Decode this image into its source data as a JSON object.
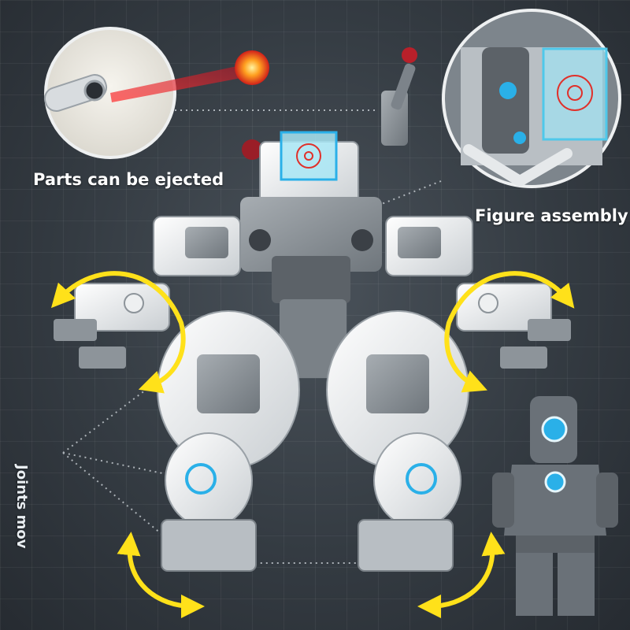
{
  "callouts": {
    "eject": "Parts can be ejected",
    "assembly": "Figure assembly",
    "joints": "Joints mov"
  },
  "colors": {
    "background": "#343b42",
    "arrow": "#ffe11a",
    "laser": "#e0202a",
    "armor_white": "#f2f4f5",
    "armor_grey": "#8d949a",
    "dark_grey": "#5c6268",
    "accent_blue": "#2ab0e8"
  },
  "icons": [
    "curved-arrow-icon",
    "bullet-icon",
    "arc-reactor-icon"
  ]
}
